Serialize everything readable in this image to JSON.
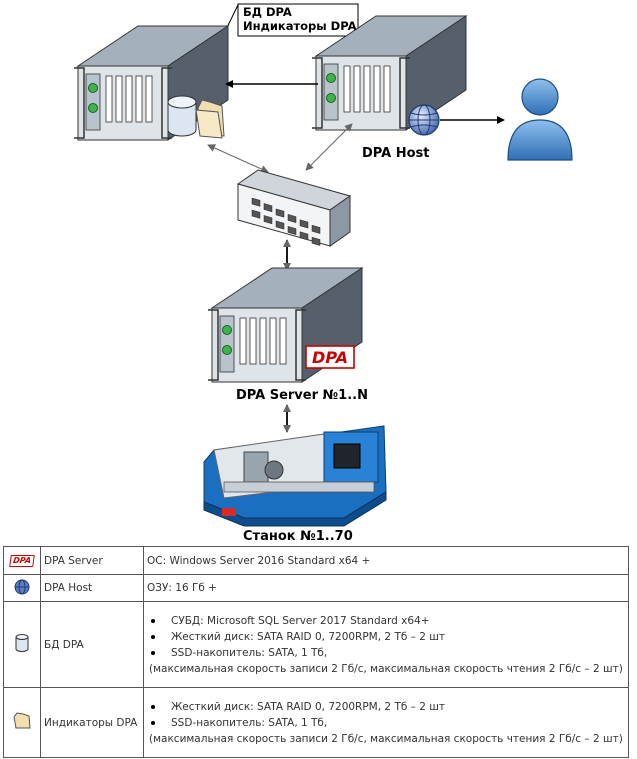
{
  "labels": {
    "db_title_line1": "БД DPA",
    "db_title_line2": "Индикаторы DPA",
    "dpa_host": "DPA Host",
    "dpa_server": "DPA Server №1..N",
    "machine": "Станок №1..70",
    "dpa_logo": "DPA"
  },
  "icons": {
    "server": "server-rack-icon",
    "database": "database-cylinder-icon",
    "folder": "folder-icon",
    "globe": "globe-icon",
    "switch": "network-switch-icon",
    "user": "user-icon",
    "machine": "cnc-lathe-icon",
    "dpa_logo": "dpa-logo-icon"
  },
  "colors": {
    "server_body": "#6f7d8a",
    "server_front": "#dfe4e9",
    "led_green": "#3bb54a",
    "user_blue": "#3a7fc4",
    "dpa_red": "#cc0000",
    "lathe_blue": "#1b6fc0"
  },
  "table": {
    "rows": [
      {
        "icon": "dpa-logo-icon",
        "name": "DPA Server",
        "desc": "ОС: Windows Server 2016 Standard x64 +"
      },
      {
        "icon": "globe-icon",
        "name": "DPA Host",
        "desc": "ОЗУ: 16 Гб +"
      },
      {
        "icon": "database-cylinder-icon",
        "name": "БД DPA",
        "bullets": [
          "СУБД: Microsoft SQL Server 2017 Standard x64+",
          "Жесткий диск: SATA RAID 0, 7200RPM, 2 Тб – 2 шт",
          "SSD-накопитель: SATA, 1 Тб,"
        ],
        "note": "(максимальная скорость записи 2 Гб/с, максимальная скорость чтения 2 Гб/с – 2 шт)"
      },
      {
        "icon": "folder-icon",
        "name": "Индикаторы DPA",
        "bullets": [
          "Жесткий диск: SATA RAID 0, 7200RPM, 2 Тб – 2 шт",
          "SSD-накопитель: SATA, 1 Тб,"
        ],
        "note": "(максимальная скорость записи 2 Гб/с, максимальная скорость чтения 2 Гб/с – 2 шт)"
      }
    ]
  }
}
